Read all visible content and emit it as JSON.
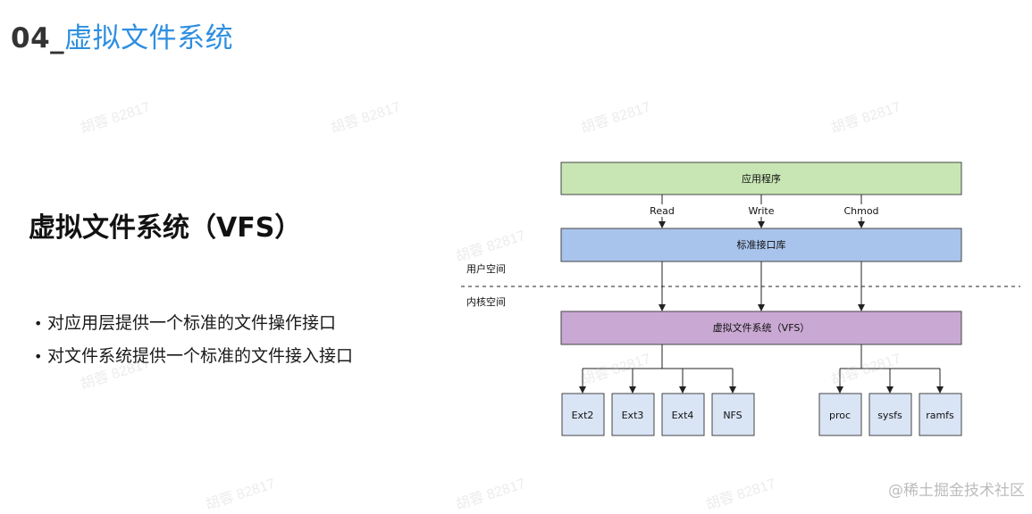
{
  "page_title": {
    "number": "04_",
    "topic": "虚拟文件系统"
  },
  "section": {
    "title": "虚拟文件系统（VFS）",
    "bullets": [
      "对应用层提供一个标准的文件操作接口",
      "对文件系统提供一个标准的文件接入接口"
    ]
  },
  "diagram": {
    "app_label": "应用程序",
    "operations": [
      "Read",
      "Write",
      "Chmod"
    ],
    "std_lib_label": "标准接口库",
    "user_space_label": "用户空间",
    "kernel_space_label": "内核空间",
    "vfs_label": "虚拟文件系统（VFS）",
    "left_fs": [
      "Ext2",
      "Ext3",
      "Ext4",
      "NFS"
    ],
    "right_fs": [
      "proc",
      "sysfs",
      "ramfs"
    ],
    "colors": {
      "app_fill": "#c8e6b4",
      "lib_fill": "#a9c4ec",
      "vfs_fill": "#c9a8d3",
      "fs_fill": "#d9e4f5",
      "border": "#444444"
    }
  },
  "watermark_text": "胡蓉 82817",
  "footer": "@稀土掘金技术社区"
}
